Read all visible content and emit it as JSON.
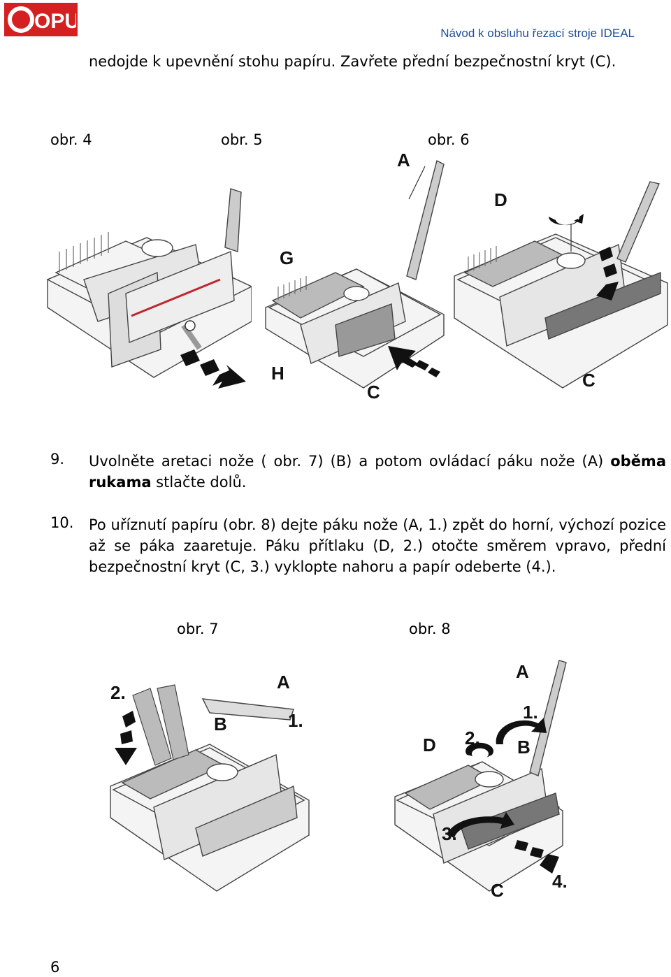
{
  "header": {
    "logo_text": "OPUS",
    "title": "Návod k obsluhu řezací stroje IDEAL"
  },
  "intro_text": "nedojde k upevnění stohu papíru. Zavřete přední bezpečnostní kryt (C).",
  "captions_top": [
    "obr. 4",
    "obr. 5",
    "obr. 6"
  ],
  "figures": {
    "fig5_labels": [
      "A",
      "G",
      "H",
      "C"
    ],
    "fig6_labels": [
      "D",
      "C"
    ],
    "fig7_labels": [
      "2.",
      "A",
      "B",
      "1."
    ],
    "fig8_labels": [
      "A",
      "1.",
      "D",
      "2.",
      "B",
      "3.",
      "4.",
      "C"
    ]
  },
  "steps": [
    {
      "number": "9.",
      "text_before": "Uvolněte aretaci nože ( obr. 7) (B) a potom ovládací páku nože (A) ",
      "bold": "oběma rukama",
      "text_after": " stlačte dolů."
    },
    {
      "number": "10.",
      "text": "Po uříznutí papíru (obr. 8) dejte páku nože (A, 1.) zpět do horní, výchozí pozice až se páka zaaretuje. Páku přítlaku (D, 2.) otočte směrem vpravo, přední bezpečnostní kryt (C, 3.) vyklopte nahoru a papír odeberte (4.)."
    }
  ],
  "captions_bottom": [
    "obr. 7",
    "obr. 8"
  ],
  "page_number": "6",
  "colors": {
    "logo_red": "#d42020",
    "header_blue": "#1f4e96",
    "cut_line": "#c0262d"
  }
}
